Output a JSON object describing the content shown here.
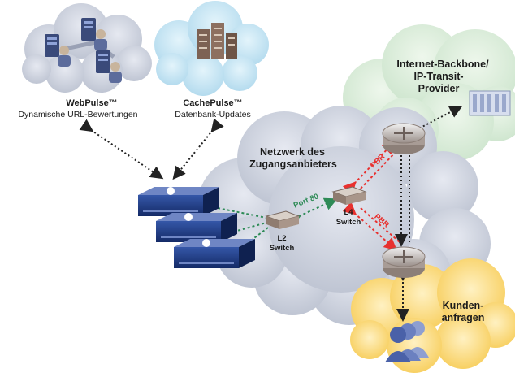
{
  "sources": {
    "webpulse": {
      "title": "WebPulse™",
      "subtitle": "Dynamische URL-Bewertungen"
    },
    "cachepulse": {
      "title": "CachePulse™",
      "subtitle": "Datenbank-Updates"
    }
  },
  "network": {
    "title_line1": "Netzwerk des",
    "title_line2": "Zugangsanbieters"
  },
  "internet": {
    "line1": "Internet-Backbone/",
    "line2": "IP-Transit-",
    "line3": "Provider"
  },
  "customers": {
    "line1": "Kunden-",
    "line2": "anfragen"
  },
  "switches": {
    "l2": {
      "line1": "L2",
      "line2": "Switch"
    },
    "l4": {
      "line1": "L4",
      "line2": "Switch"
    }
  },
  "links": {
    "port80": "Port 80",
    "pbr_top": "PBR",
    "pbr_bottom": "PBR"
  },
  "colors": {
    "cloud_gray": "#c7ccd9",
    "cloud_blue": "#bfe3f2",
    "cloud_green": "#d6ecd6",
    "cloud_yellow": "#fbd97a",
    "green_link": "#2e8b57",
    "red_link": "#e8312f",
    "appliance": "#1d3b8a"
  }
}
